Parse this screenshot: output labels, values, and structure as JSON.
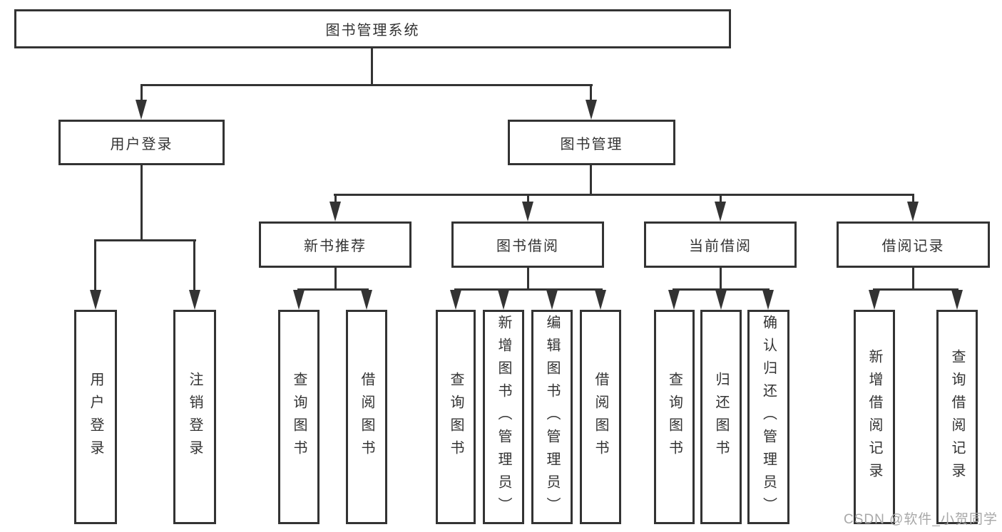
{
  "diagram_title": "图书管理系统",
  "tree": {
    "label": "图书管理系统",
    "children": [
      {
        "label": "用户登录",
        "children": [
          {
            "label": "用户登录"
          },
          {
            "label": "注销登录"
          }
        ]
      },
      {
        "label": "图书管理",
        "children": [
          {
            "label": "新书推荐",
            "children": [
              {
                "label": "查询图书"
              },
              {
                "label": "借阅图书"
              }
            ]
          },
          {
            "label": "图书借阅",
            "children": [
              {
                "label": "查询图书"
              },
              {
                "label": "新增图书（管理员）"
              },
              {
                "label": "编辑图书（管理员）"
              },
              {
                "label": "借阅图书"
              }
            ]
          },
          {
            "label": "当前借阅",
            "children": [
              {
                "label": "查询图书"
              },
              {
                "label": "归还图书"
              },
              {
                "label": "确认归还（管理员）"
              }
            ]
          },
          {
            "label": "借阅记录",
            "children": [
              {
                "label": "新增借阅记录"
              },
              {
                "label": "查询借阅记录"
              }
            ]
          }
        ]
      }
    ]
  },
  "watermark": "CSDN @软件_小贺同学",
  "colors": {
    "line": "#333333",
    "box_fill": "#ffffff",
    "background": "#ffffff",
    "watermark": "#a8a8a8"
  }
}
